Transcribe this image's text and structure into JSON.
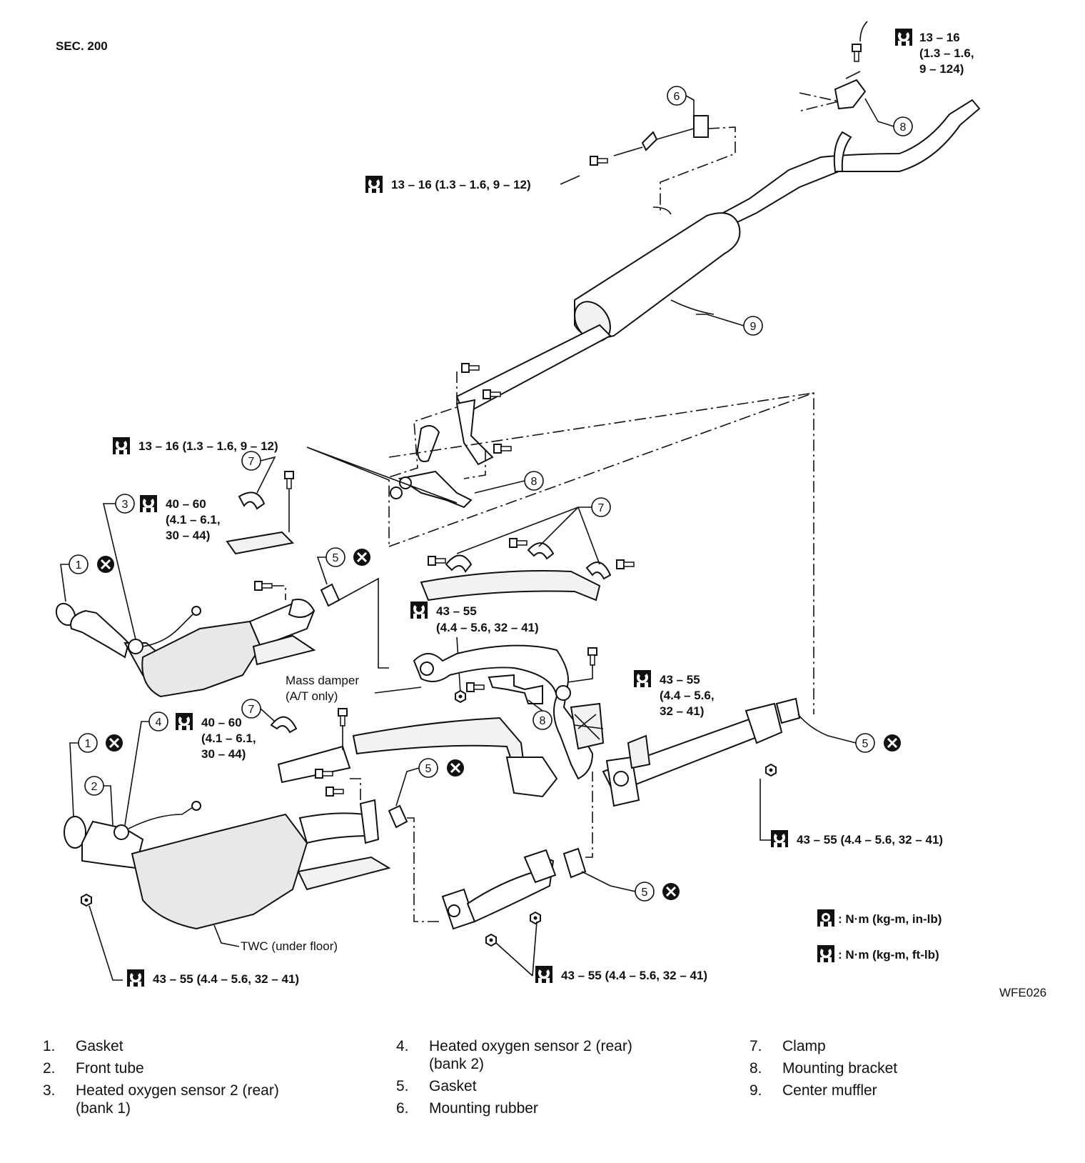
{
  "section": "SEC. 200",
  "figure_code": "WFE026",
  "torque_units": {
    "special": ": N·m (kg-m, in-lb)",
    "standard": ": N·m (kg-m, ft-lb)"
  },
  "specs": {
    "bracket_bolt_top_a": "13 – 16",
    "bracket_bolt_top_b": "(1.3 – 1.6,",
    "bracket_bolt_top_c": "9 – 124)",
    "rubber_bolt": "13 – 16 (1.3 – 1.6, 9 – 12)",
    "bracket_nuts": "13 – 16 (1.3 – 1.6, 9 – 12)",
    "sensor1_a": "40 – 60",
    "sensor1_b": "(4.1 – 6.1,",
    "sensor1_c": "30 – 44)",
    "sensor2_a": "40 – 60",
    "sensor2_b": "(4.1 – 6.1,",
    "sensor2_c": "30 – 44)",
    "mid_nut_a": "43 – 55",
    "mid_nut_b": "(4.4 – 5.6, 32 – 41)",
    "flex_bolt_a": "43 – 55",
    "flex_bolt_b": "(4.4 – 5.6,",
    "flex_bolt_c": "32 – 41)",
    "right_nut": "43 – 55 (4.4 – 5.6, 32 – 41)",
    "bottom_right_nut": "43 – 55 (4.4 – 5.6, 32 – 41)",
    "bottom_left_nut": "43 – 55 (4.4 – 5.6, 32 – 41)"
  },
  "annotations": {
    "mass_damper_a": "Mass damper",
    "mass_damper_b": "(A/T only)",
    "twc": "TWC (under floor)"
  },
  "callouts": {
    "c1": "1",
    "c2": "2",
    "c3": "3",
    "c4": "4",
    "c5": "5",
    "c6": "6",
    "c7": "7",
    "c8": "8",
    "c9": "9"
  },
  "legend": [
    {
      "num": "1.",
      "text": "Gasket"
    },
    {
      "num": "2.",
      "text": "Front tube"
    },
    {
      "num": "3.",
      "text": "Heated oxygen sensor 2 (rear)",
      "text2": "(bank 1)"
    },
    {
      "num": "4.",
      "text": "Heated oxygen sensor 2 (rear)",
      "text2": "(bank 2)"
    },
    {
      "num": "5.",
      "text": "Gasket"
    },
    {
      "num": "6.",
      "text": "Mounting rubber"
    },
    {
      "num": "7.",
      "text": "Clamp"
    },
    {
      "num": "8.",
      "text": "Mounting bracket"
    },
    {
      "num": "9.",
      "text": "Center muffler"
    }
  ]
}
